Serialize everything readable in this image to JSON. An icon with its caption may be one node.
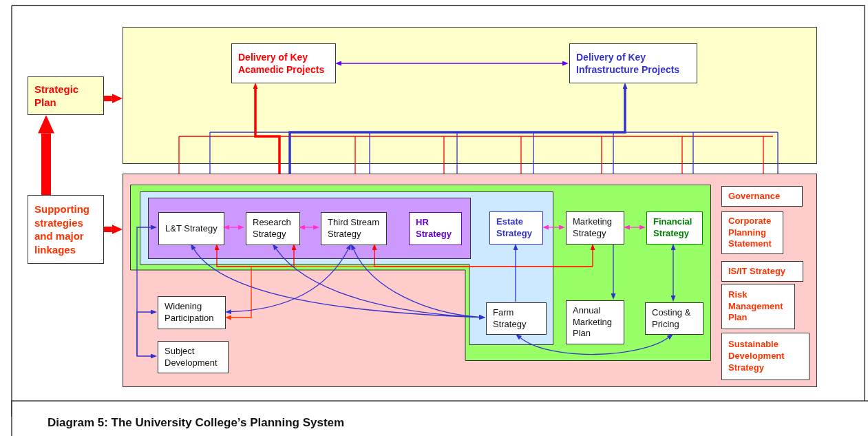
{
  "diagram": {
    "caption": "Diagram 5: The University College’s Planning System",
    "nodes": [
      {
        "text": [
          "Strategic Plan"
        ]
      },
      {
        "text": [
          "Supporting strategies and major linkages"
        ]
      },
      {
        "text": [],
        "shape": "box"
      },
      {
        "text": [
          "Delivery of Key Acamedic Projects"
        ],
        "in": 2
      },
      {
        "text": [
          "Delivery of Key Infrastructure Projects"
        ],
        "in": 2
      },
      {
        "text": [],
        "shape": "box"
      },
      {
        "text": [],
        "shape": "box",
        "in": 5
      },
      {
        "text": [],
        "shape": "box",
        "in": 6
      },
      {
        "text": [],
        "shape": "box",
        "in": 7
      },
      {
        "text": [
          "L&T Strategy"
        ],
        "in": 8
      },
      {
        "text": [
          "Research Strategy"
        ],
        "in": 8
      },
      {
        "text": [
          "Third Stream Strategy"
        ],
        "in": 8
      },
      {
        "text": [
          "HR Strategy"
        ],
        "in": 8
      },
      {
        "text": [
          "Estate Strategy"
        ],
        "in": 7
      },
      {
        "text": [
          "Marketing Strategy"
        ],
        "in": 6
      },
      {
        "text": [
          "Financial Strategy"
        ],
        "in": 6
      },
      {
        "text": [
          "Widening Participation"
        ],
        "in": 5
      },
      {
        "text": [
          "Subject Development"
        ],
        "in": 5
      },
      {
        "text": [
          "Farm Strategy"
        ],
        "in": 7
      },
      {
        "text": [
          "Annual Marketing Plan"
        ],
        "in": 6
      },
      {
        "text": [
          "Costing & Pricing"
        ],
        "in": 6
      },
      {
        "text": [
          "Governance"
        ],
        "in": 5
      },
      {
        "text": [
          "Corporate Planning Statement"
        ],
        "in": 5
      },
      {
        "text": [
          "IS/IT Strategy"
        ],
        "in": 5
      },
      {
        "text": [
          "Risk Management Plan"
        ],
        "in": 5
      },
      {
        "text": [
          "Sustainable Development Strategy"
        ],
        "in": 5
      }
    ],
    "edges": [
      {
        "from": 1,
        "to": 0,
        "arrow": "to",
        "style": "thick",
        "color": "#ff0000"
      },
      {
        "from": 0,
        "to": 2,
        "arrow": "to",
        "style": "thick",
        "color": "#ff0000"
      },
      {
        "from": 1,
        "to": 5,
        "arrow": "to",
        "style": "thick",
        "color": "#ff0000"
      },
      {
        "from": 3,
        "to": 4,
        "arrow": "both",
        "color": "#6600ff"
      },
      {
        "from": 5,
        "to": 3,
        "arrow": "to",
        "style": "thick",
        "color": "#ff0000"
      },
      {
        "from": 5,
        "to": 4,
        "arrow": "to",
        "style": "thick"
      },
      {
        "from": 9,
        "to": 10,
        "arrow": "both",
        "color": "#ff33cc"
      },
      {
        "from": 10,
        "to": 11,
        "arrow": "both",
        "color": "#ff33cc"
      },
      {
        "from": 13,
        "to": 14,
        "arrow": "both",
        "color": "#ff33cc"
      },
      {
        "from": 14,
        "to": 15,
        "arrow": "both",
        "color": "#ff33cc"
      },
      {
        "from": null,
        "to": 9,
        "arrow": "to",
        "color": "#ff0000"
      },
      {
        "from": null,
        "to": 10,
        "arrow": "to",
        "color": "#ff0000"
      },
      {
        "from": null,
        "to": 11,
        "arrow": "to",
        "color": "#ff0000"
      },
      {
        "from": null,
        "to": 14,
        "arrow": "to",
        "color": "#ff0000"
      },
      {
        "from": null,
        "to": 16,
        "arrow": "to",
        "color": "#ff3300"
      },
      {
        "from": null,
        "to": 9,
        "arrow": "to"
      },
      {
        "from": null,
        "to": 16,
        "arrow": "to"
      },
      {
        "from": null,
        "to": 17,
        "arrow": "to"
      },
      {
        "from": 9,
        "to": 18,
        "arrow": "both"
      },
      {
        "from": 10,
        "to": 18,
        "arrow": "both"
      },
      {
        "from": 11,
        "to": 18,
        "arrow": "both"
      },
      {
        "from": 11,
        "to": 16,
        "arrow": "both"
      },
      {
        "from": 18,
        "to": 13,
        "arrow": "to"
      },
      {
        "from": 14,
        "to": 19,
        "arrow": "to"
      },
      {
        "from": 15,
        "to": 20,
        "arrow": "both"
      },
      {
        "from": 18,
        "to": 20,
        "arrow": "both"
      }
    ]
  }
}
